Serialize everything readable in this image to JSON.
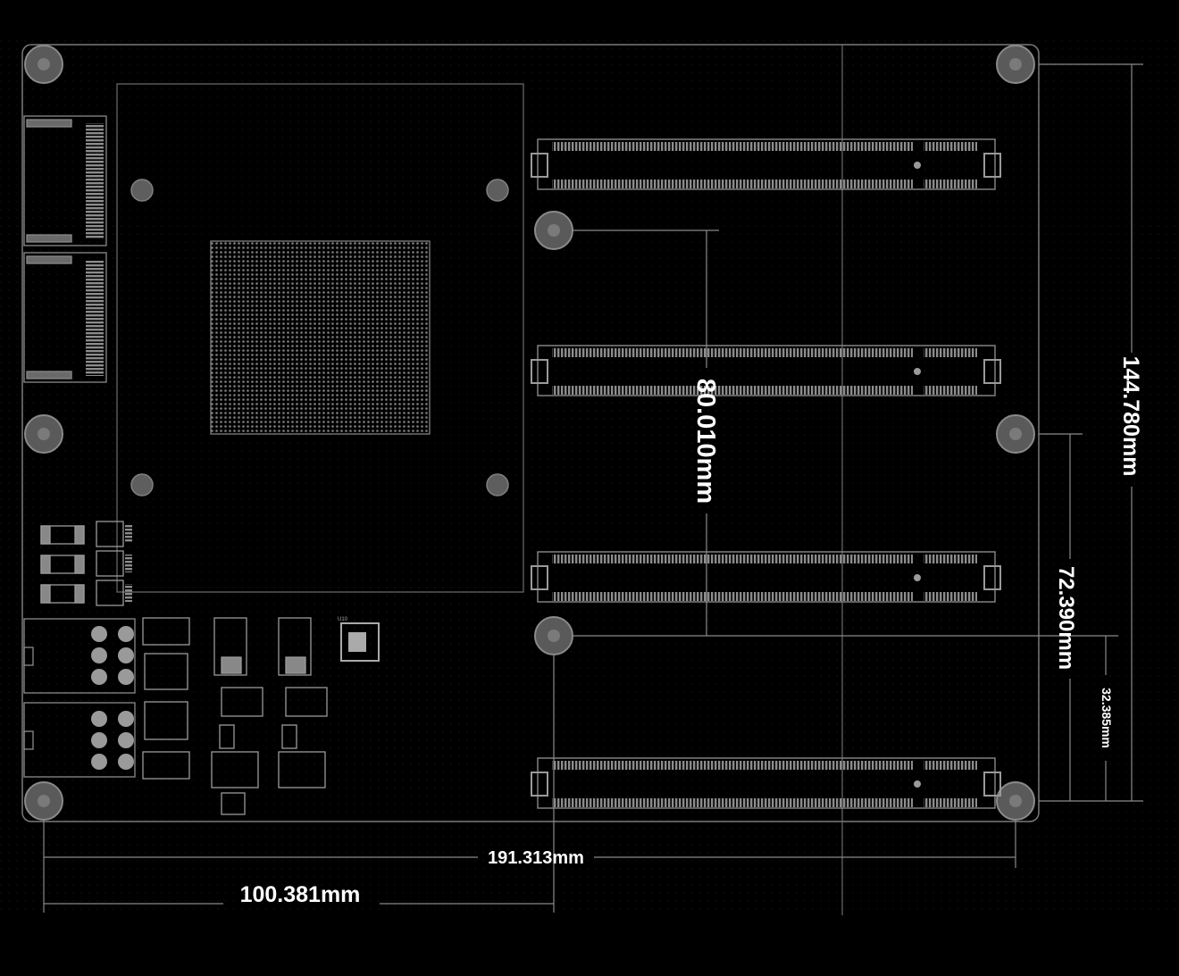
{
  "dimensions": {
    "overall_height": "144.780mm",
    "slot_span": "80.010mm",
    "mid_height": "72.390mm",
    "lower_height": "32.385mm",
    "overall_width": "191.313mm",
    "half_width": "100.381mm"
  },
  "labels": {
    "chip_ref": "U10"
  },
  "colors": {
    "background": "#000000",
    "line": "#8a8a8a",
    "component": "#9a9a9a",
    "text": "#ffffff"
  }
}
